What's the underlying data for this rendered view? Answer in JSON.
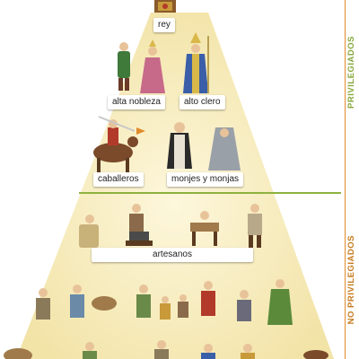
{
  "pyramid": {
    "labels": {
      "rey": "rey",
      "alta_nobleza": "alta nobleza",
      "alto_clero": "alto clero",
      "caballeros": "caballeros",
      "monjes_y_monjas": "monjes y monjas",
      "artesanos": "artesanos"
    },
    "side_labels": {
      "privileged": "PRIVILEGIADOS",
      "non_privileged": "NO PRIVILEGIADOS"
    }
  },
  "colors": {
    "pyramid_fill": "#f6edc2",
    "pyramid_glow": "#fbf6df",
    "divider": "#8db13f",
    "privileged_text": "#86a83a",
    "non_privileged_text": "#c77a1c",
    "edge_line": "#e08a2a"
  }
}
